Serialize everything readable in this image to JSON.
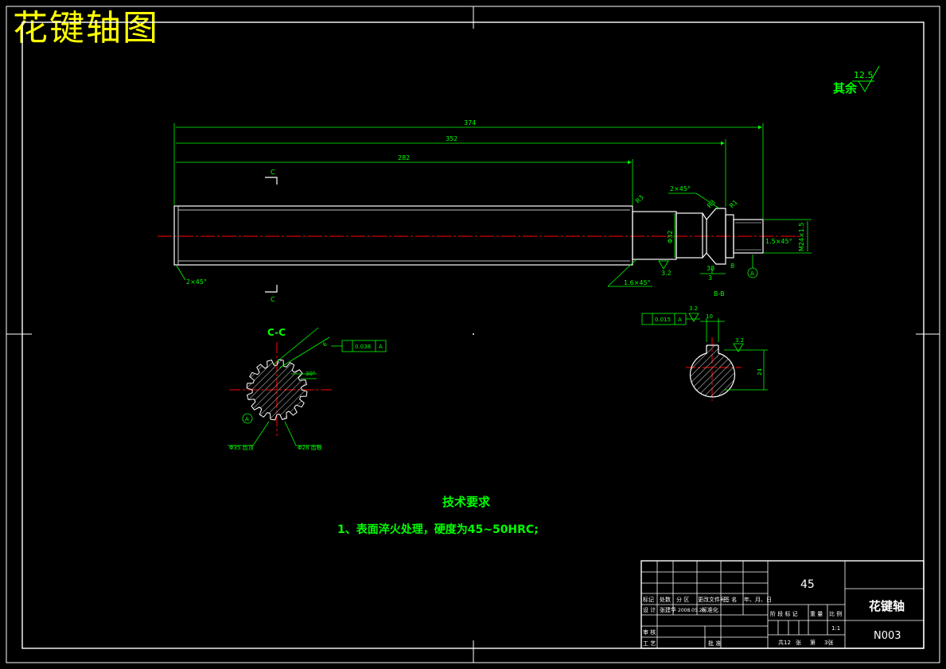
{
  "page_title": "花键轴图",
  "roughness": {
    "label": "其余",
    "value": "12.5"
  },
  "dimensions": {
    "overall": "374",
    "to_thread": "352",
    "spline_length": "282",
    "chamfer_left": "2×45°",
    "chamfer_mid": "1.6×45°",
    "chamfer_small": "2×45°",
    "chamfer_right": "1.5×45°",
    "groove": "R3",
    "neck": "R1",
    "dia_mid": "Φ32",
    "thread": "M24×1.5",
    "len_a": "38",
    "len_b": "8",
    "len_c": "3",
    "rough_a": "3.2"
  },
  "section_marks": {
    "cut": "C",
    "cut_view": "C-C",
    "bb_view": "B-B"
  },
  "datum": {
    "letter": "A"
  },
  "tolerance": {
    "main": "0.038",
    "keyway": "0.015",
    "datum_ref": "A"
  },
  "spline_notes": {
    "left": "Φ35 齿顶",
    "right": "Φ28 齿根",
    "angle": "30°",
    "tooth": "6"
  },
  "keyway": {
    "width": "10",
    "rough_top": "3.2",
    "rough_side": "3.2",
    "depth": "24"
  },
  "tech": {
    "heading": "技术要求",
    "line1": "1、表面淬火处理，硬度为45~50HRC;"
  },
  "title_block": {
    "material": "45",
    "part_name": "花键轴",
    "drawing_no": "N003",
    "h_mark": "标记",
    "h_count": "处数",
    "h_zone": "分 区",
    "h_docno": "更改文件号",
    "h_sign": "签 名",
    "h_date": "年、月、日",
    "r_design": "设 计",
    "r_designer": "张建华",
    "r_date": "2008.05.20",
    "r_std": "标准化",
    "r_check": "审 核",
    "r_craft": "工 艺",
    "r_approve": "批 准",
    "stage": "阶 段 标 记",
    "weight": "重 量",
    "scale_h": "比 例",
    "scale": "1:1",
    "total": "共12",
    "sheets": "张",
    "page": "第",
    "page_of": "3张"
  }
}
